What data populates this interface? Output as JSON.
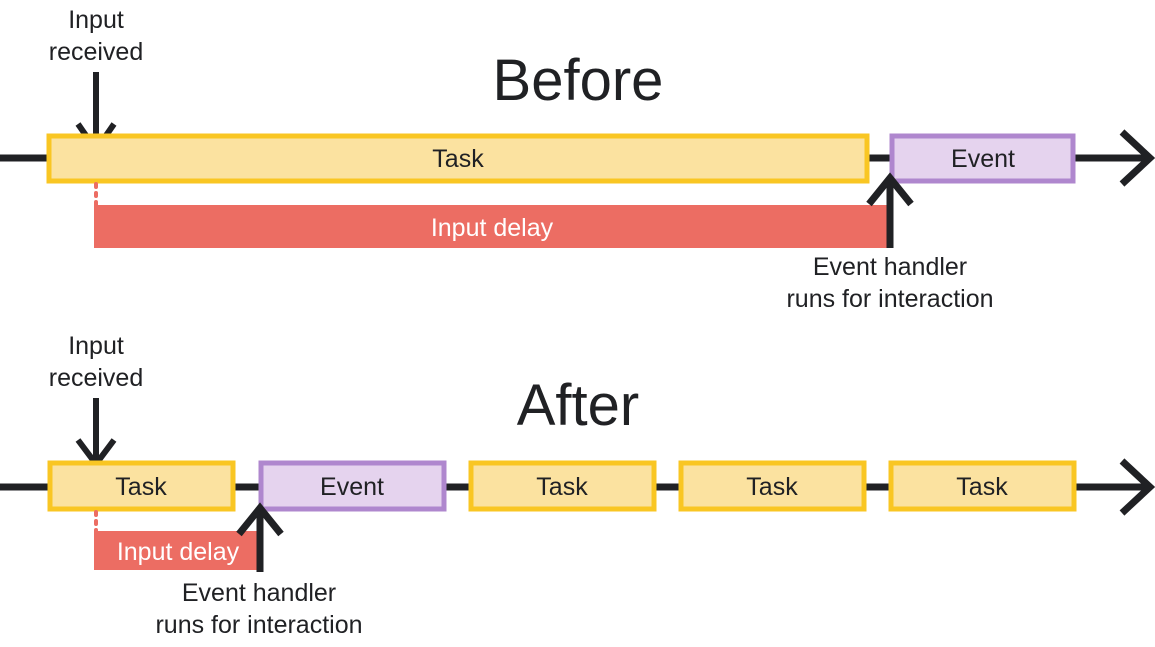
{
  "figure": {
    "title_before": "Before",
    "title_after": "After",
    "colors": {
      "task_fill": "#FBE2A0",
      "task_stroke": "#F9C623",
      "event_fill": "#E5D3EE",
      "event_stroke": "#AF87CE",
      "delay_fill": "#EC6D63",
      "axis": "#202124",
      "text": "#202124",
      "delay_text": "#FFFFFF",
      "dotted_guide": "#EC6D63",
      "background": "#FFFFFF"
    }
  },
  "before": {
    "heading": "Before",
    "input_marker": {
      "line1": "Input",
      "line2": "received"
    },
    "blocks": [
      {
        "type": "task",
        "label": "Task"
      },
      {
        "type": "event",
        "label": "Event"
      }
    ],
    "delay": {
      "label": "Input delay"
    },
    "handler_note": {
      "line1": "Event handler",
      "line2": "runs for interaction"
    }
  },
  "after": {
    "heading": "After",
    "input_marker": {
      "line1": "Input",
      "line2": "received"
    },
    "blocks": [
      {
        "type": "task",
        "label": "Task"
      },
      {
        "type": "event",
        "label": "Event"
      },
      {
        "type": "task",
        "label": "Task"
      },
      {
        "type": "task",
        "label": "Task"
      },
      {
        "type": "task",
        "label": "Task"
      }
    ],
    "delay": {
      "label": "Input delay"
    },
    "handler_note": {
      "line1": "Event handler",
      "line2": "runs for interaction"
    }
  }
}
